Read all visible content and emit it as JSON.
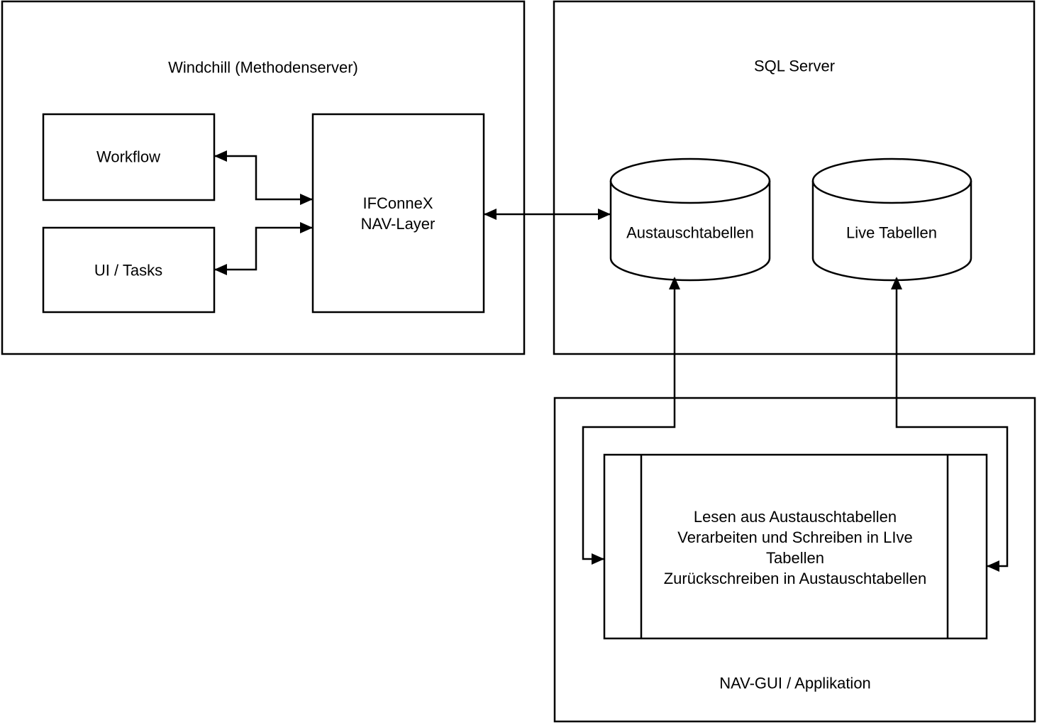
{
  "colors": {
    "stroke": "#000000",
    "shape_fill": "#ffffff",
    "background": "#ffffff"
  },
  "windchill": {
    "title": "Windchill (Methodenserver)",
    "workflow_label": "Workflow",
    "ui_tasks_label": "UI / Tasks",
    "ifconnex_lines": [
      "IFConneX",
      "NAV-Layer"
    ]
  },
  "sql_server": {
    "title": "SQL Server",
    "austauschtabellen_label": "Austauschtabellen",
    "live_tabellen_label": "Live Tabellen"
  },
  "nav_gui": {
    "title": "NAV-GUI / Applikation",
    "process_lines": [
      "Lesen aus Austauschtabellen",
      "Verarbeiten und Schreiben in LIve",
      "Tabellen",
      "Zurückschreiben in Austauschtabellen"
    ]
  }
}
